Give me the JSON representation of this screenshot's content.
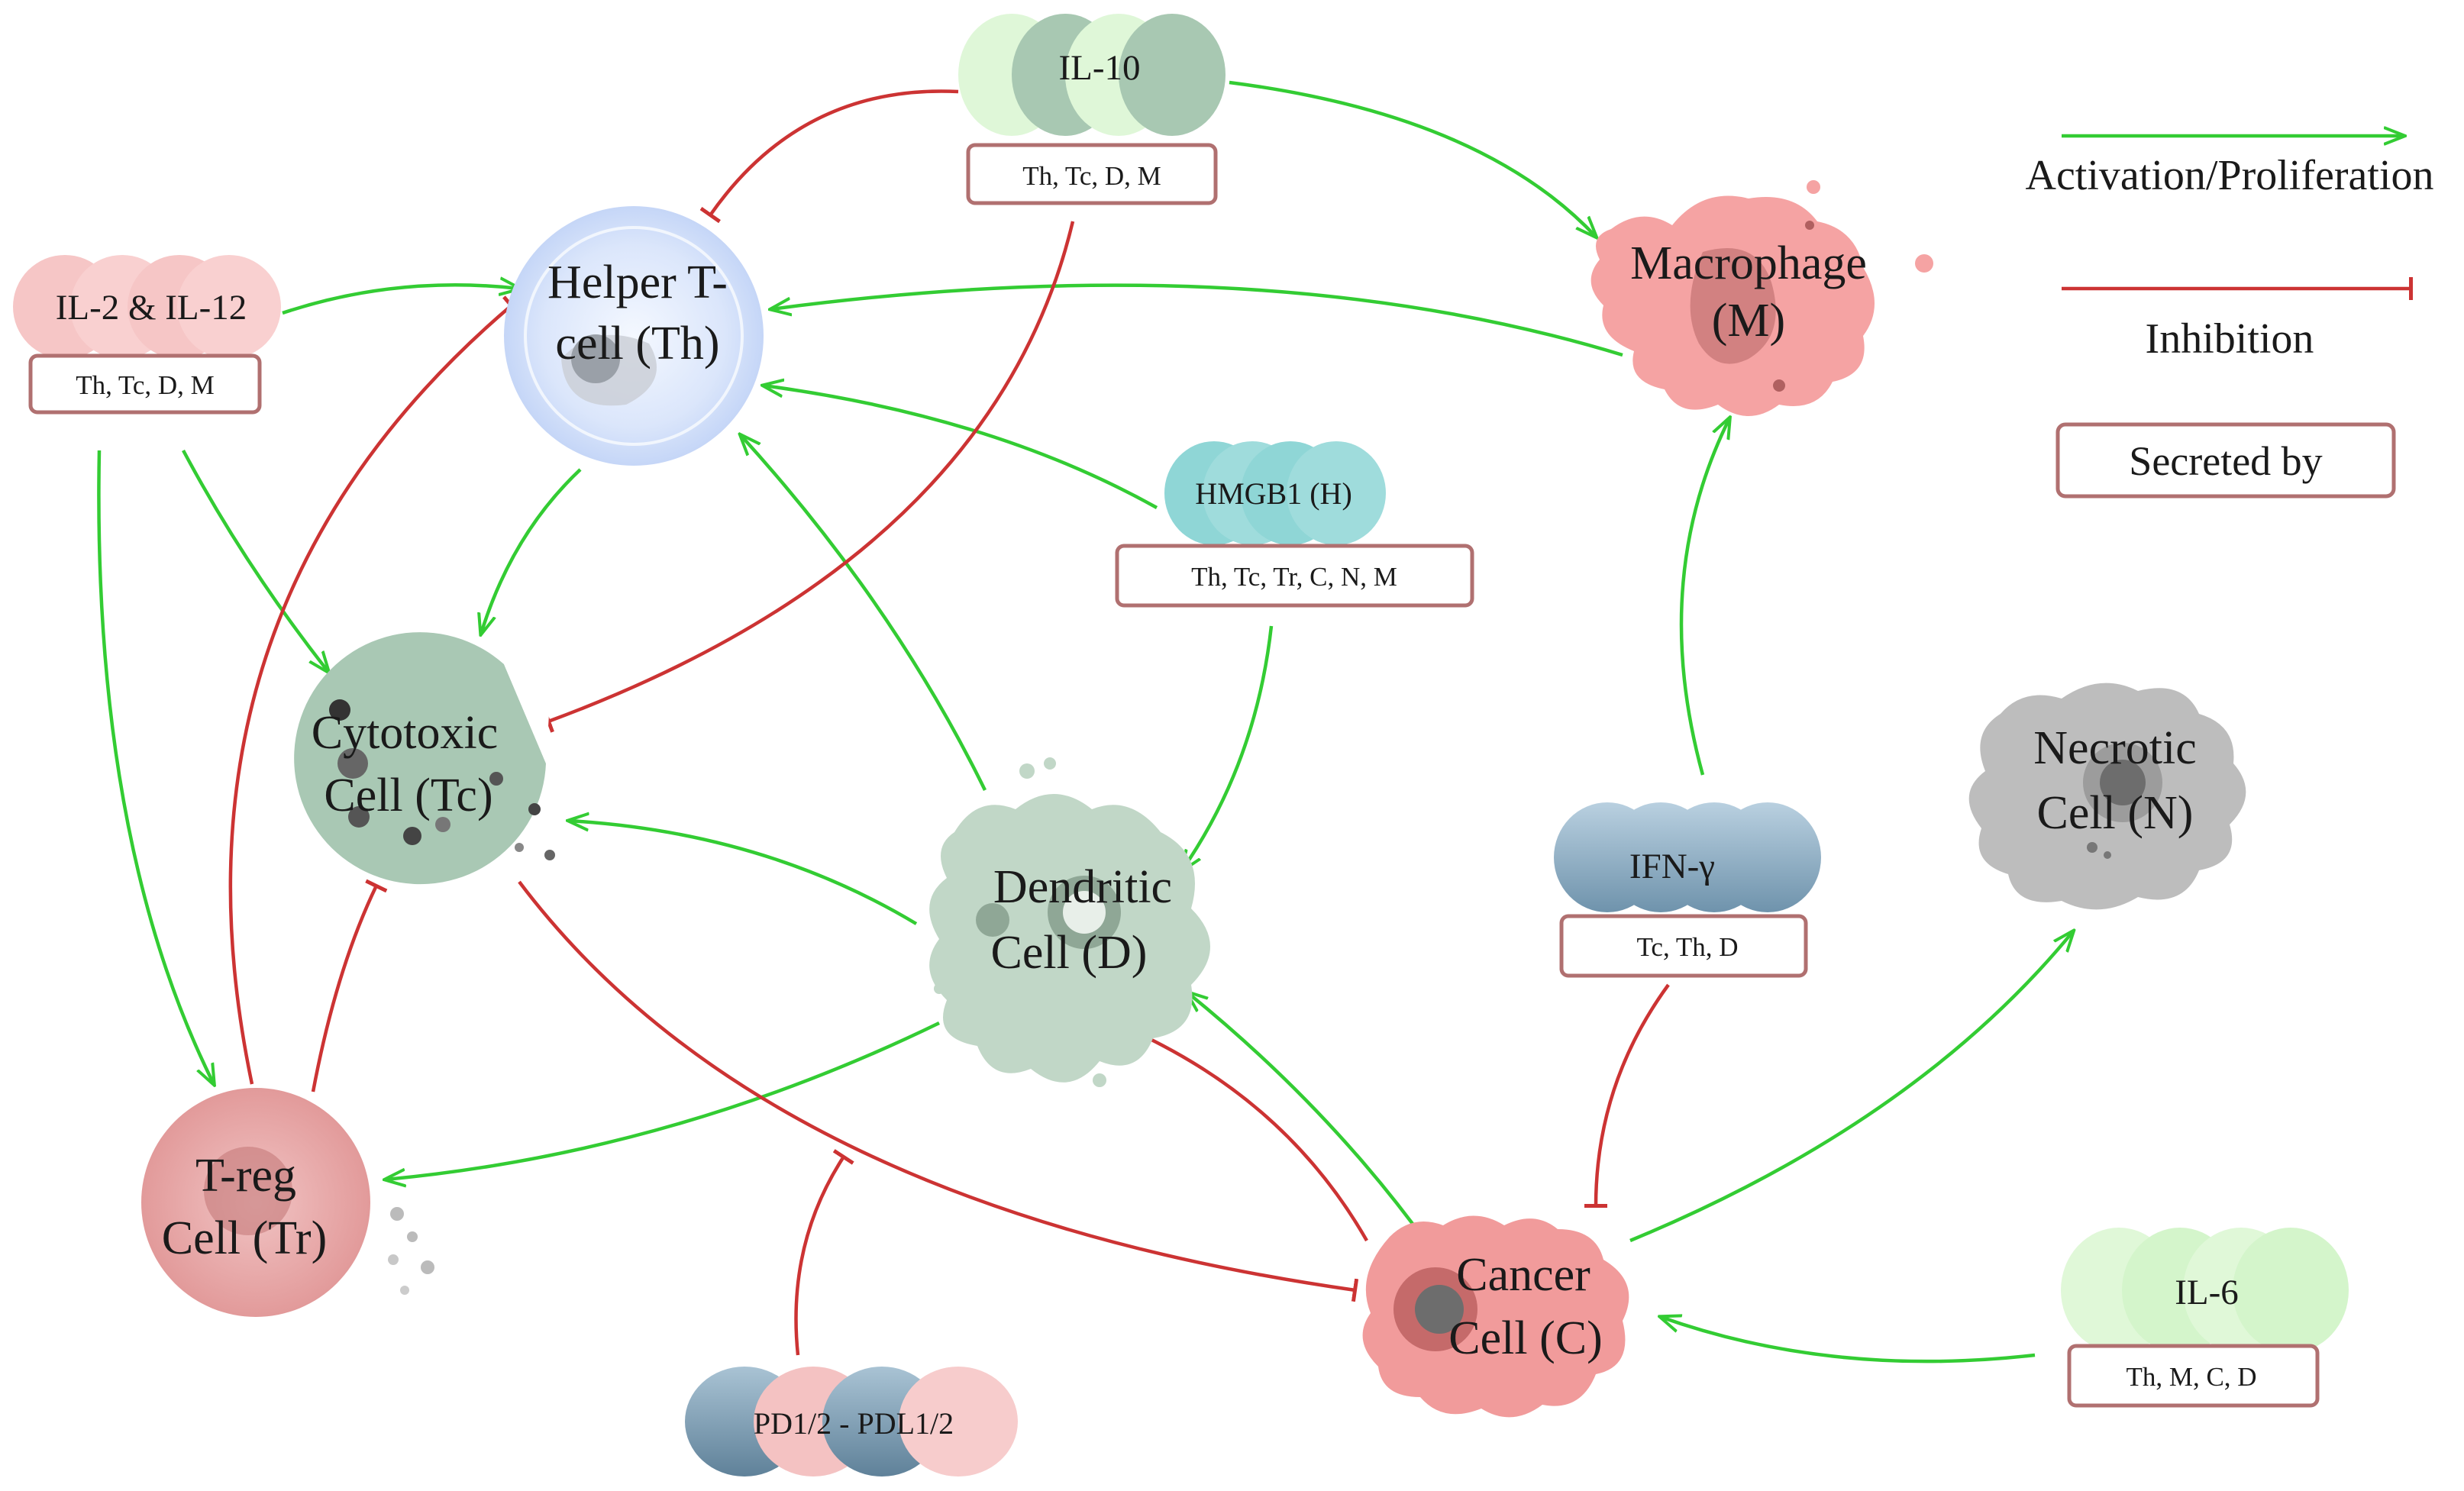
{
  "colors": {
    "activation": "#33cc33",
    "inhibition": "#cc3333",
    "box_border": "#b07070"
  },
  "legend": {
    "activation": "Activation/Proliferation",
    "inhibition": "Inhibition",
    "secreted_by": "Secreted by"
  },
  "cells": {
    "helper": {
      "line1": "Helper T-",
      "line2": "cell (Th)"
    },
    "cytotoxic": {
      "line1": "Cytotoxic",
      "line2": "Cell (Tc)"
    },
    "dendritic": {
      "line1": "Dendritic",
      "line2": "Cell (D)"
    },
    "treg": {
      "line1": "T-reg",
      "line2": "Cell (Tr)"
    },
    "macrophage": {
      "line1": "Macrophage",
      "line2": "(M)"
    },
    "necrotic": {
      "line1": "Necrotic",
      "line2": "Cell (N)"
    },
    "cancer": {
      "line1": "Cancer",
      "line2": "Cell (C)"
    }
  },
  "cytokines": {
    "il10": {
      "name": "IL-10",
      "secreted_by": "Th, Tc, D, M"
    },
    "il2_il12": {
      "name": "IL-2 & IL-12",
      "secreted_by": "Th, Tc, D, M"
    },
    "hmgb1": {
      "name": "HMGB1 (H)",
      "secreted_by": "Th, Tc, Tr, C, N, M"
    },
    "ifn": {
      "name": "IFN-γ",
      "secreted_by": "Tc, Th, D"
    },
    "il6": {
      "name": "IL-6",
      "secreted_by": "Th, M, C, D"
    },
    "pd1": {
      "name": "PD1/2 - PDL1/2"
    }
  }
}
